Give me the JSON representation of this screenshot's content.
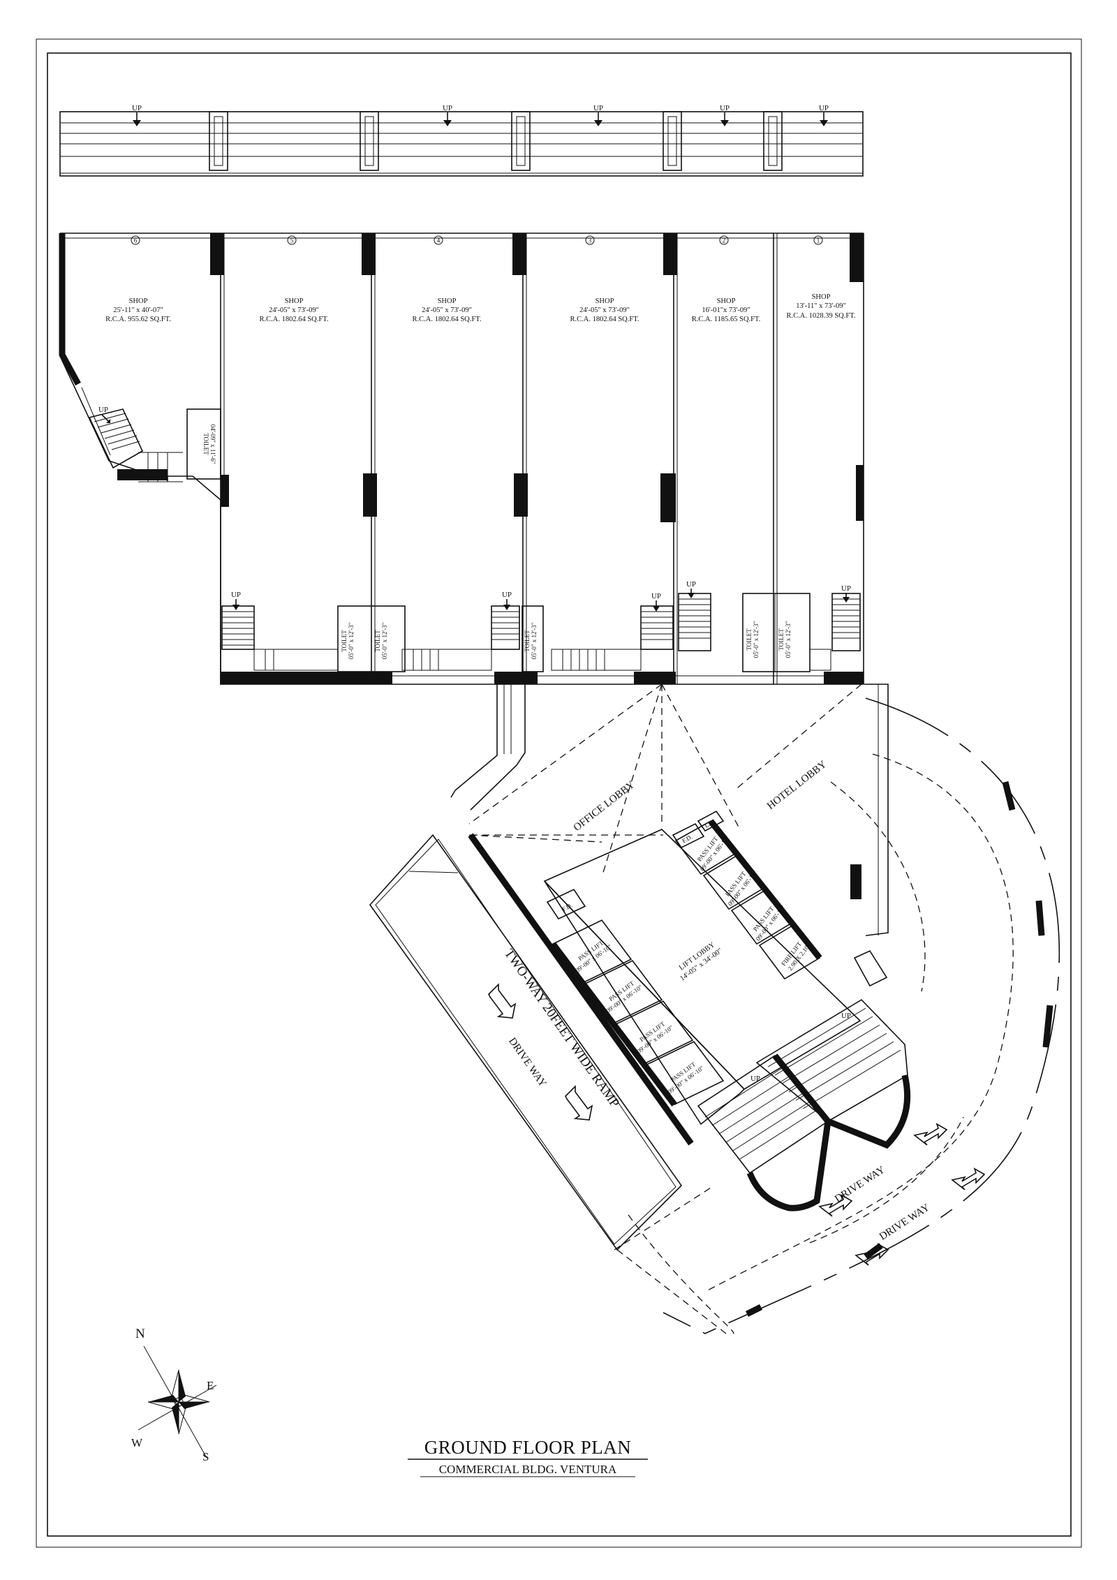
{
  "drawing": {
    "title": "GROUND  FLOOR PLAN",
    "subtitle": "COMMERCIAL BLDG. VENTURA"
  },
  "compass": {
    "n": "N",
    "e": "E",
    "s": "S",
    "w": "W"
  },
  "up_label": "UP",
  "shops": [
    {
      "number": "6",
      "name": "SHOP",
      "size": "25'-11\" x 40'-07\"",
      "area": "R.C.A. 955.62 SQ.FT."
    },
    {
      "number": "5",
      "name": "SHOP",
      "size": "24'-05\" x  73'-09\"",
      "area": "R.C.A. 1802.64 SQ.FT."
    },
    {
      "number": "4",
      "name": "SHOP",
      "size": "24'-05\" x  73'-09\"",
      "area": "R.C.A. 1802.64 SQ.FT."
    },
    {
      "number": "3",
      "name": "SHOP",
      "size": "24'-05\" x  73'-09\"",
      "area": "R.C.A. 1802.64 SQ.FT."
    },
    {
      "number": "2",
      "name": "SHOP",
      "size": "16'-01\"x 73'-09\"",
      "area": "R.C.A. 1185.65 SQ.FT."
    },
    {
      "number": "1",
      "name": "SHOP",
      "size": "13'-11\" x 73'-09\"",
      "area": "R.C.A. 1028.39 SQ.FT."
    }
  ],
  "toilets": {
    "label": "TOILET",
    "size_a": "05'-0\" x 12'-3\"",
    "size_b": "04'-09\" x 11'-6\""
  },
  "lobbies": {
    "office": "OFFICE LOBBY",
    "hotel": "HOTEL LOBBY",
    "lift": "LIFT LOBBY",
    "lift_size": "14'-05\" x 34'-00\""
  },
  "lifts": {
    "pass": "PASS LIFT",
    "pass_size": "09'-00\" x 06'-10\"",
    "fire": "FIRE LIFT",
    "fire_size": "2.90 X 2.10",
    "fd": "F.D.",
    "lv": "L.V."
  },
  "ramp": {
    "label": "TWO-WAY 20FEET WIDE RAMP",
    "drive_way": "DRIVE WAY"
  }
}
